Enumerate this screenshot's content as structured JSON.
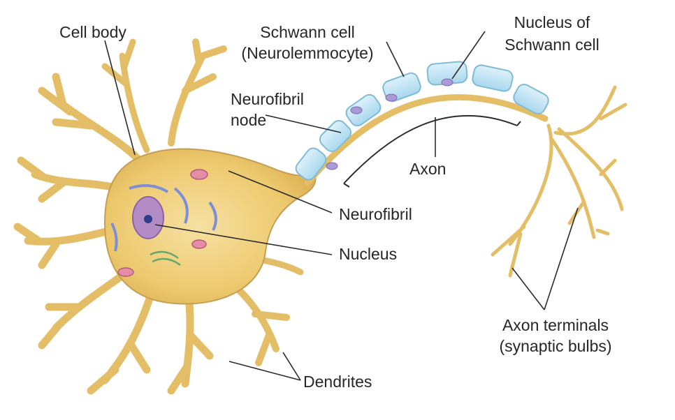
{
  "diagram": {
    "labels": {
      "cell_body": "Cell body",
      "schwann_cell_1": "Schwann cell",
      "schwann_cell_2": "(Neurolemmocyte)",
      "nucleus_of_schwann_1": "Nucleus of",
      "nucleus_of_schwann_2": "Schwann cell",
      "neurofibril_node_1": "Neurofibril",
      "neurofibril_node_2": "node",
      "axon": "Axon",
      "neurofibril": "Neurofibril",
      "nucleus": "Nucleus",
      "axon_terminals_1": "Axon terminals",
      "axon_terminals_2": "(synaptic bulbs)",
      "dendrites": "Dendrites"
    },
    "colors": {
      "cell_fill": "#EDC96E",
      "cell_stroke": "#B8934A",
      "myelin_fill": "#BFE3F2",
      "myelin_stroke": "#7FBBD8",
      "nucleus_fill": "#B38CC6",
      "nucleolus": "#2E3D8C",
      "leader_line": "#2B2B2B"
    }
  }
}
